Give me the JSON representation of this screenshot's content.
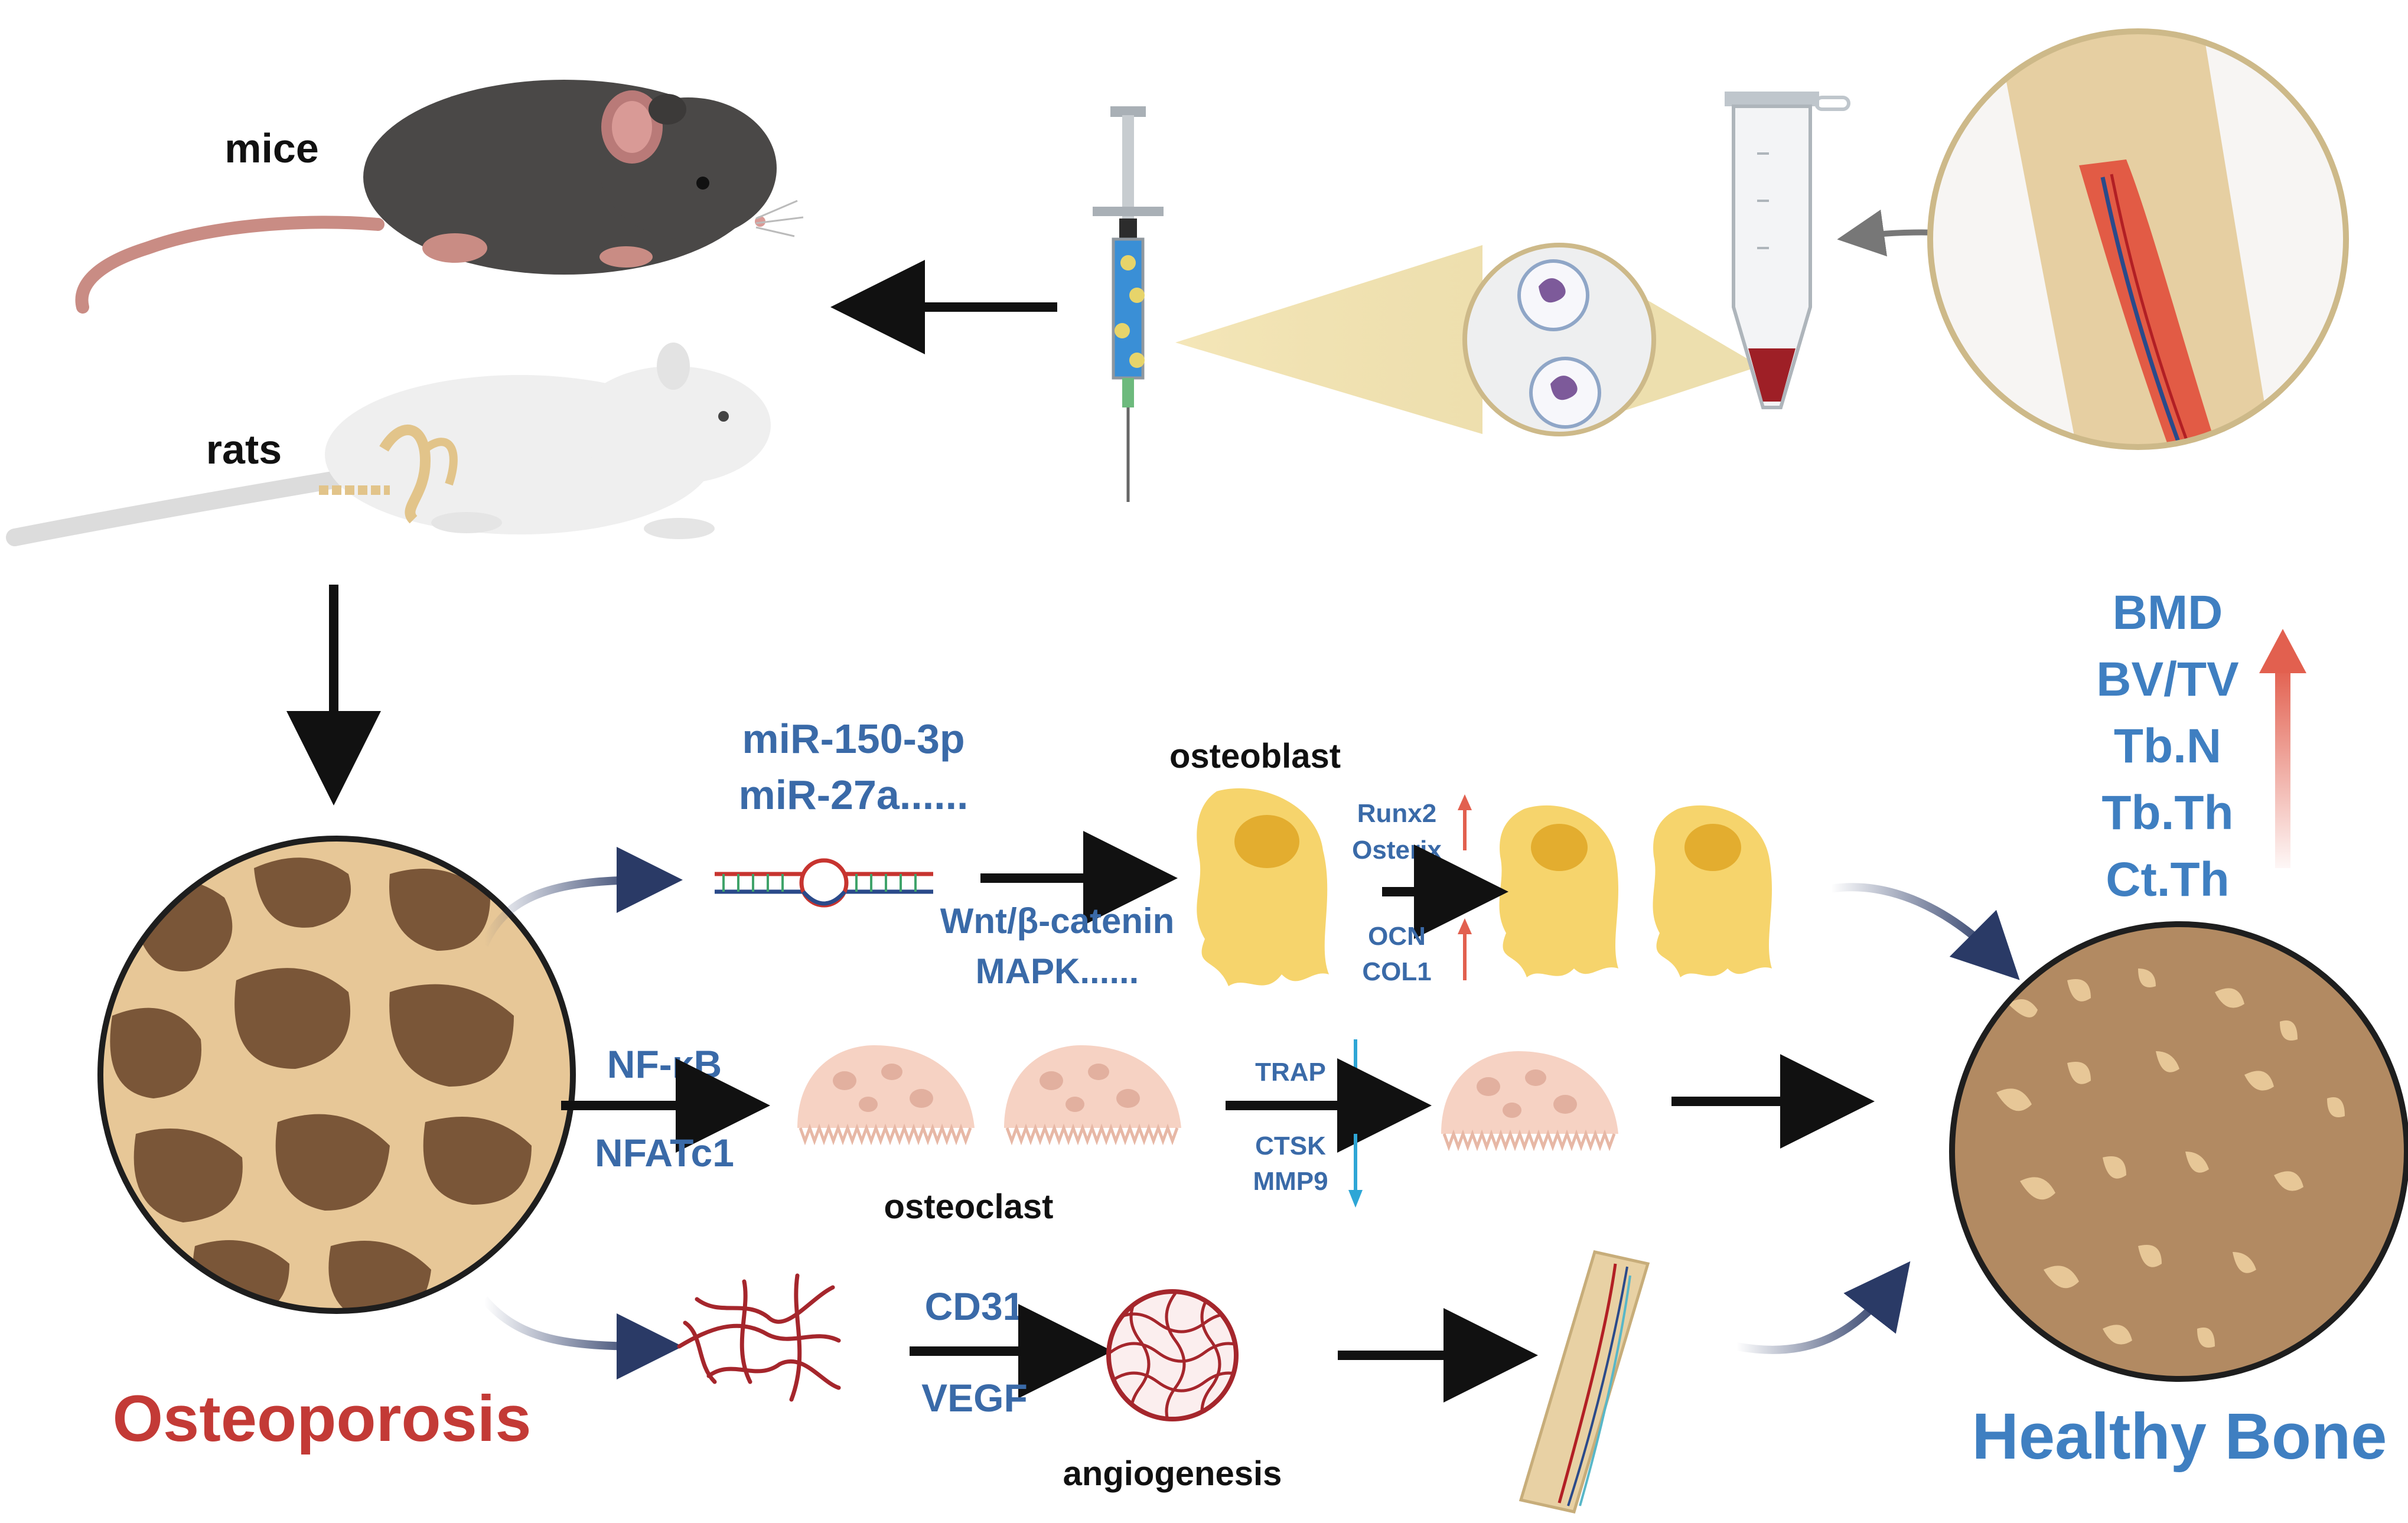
{
  "labels": {
    "mice": "mice",
    "rats": "rats",
    "mirna_line1": "miR-150-3p",
    "mirna_line2": "miR-27a......",
    "pathway_line1": "Wnt/β-catenin",
    "pathway_line2": "MAPK......",
    "osteoblast": "osteoblast",
    "runx2": "Runx2",
    "osterix": "Osterix",
    "ocn": "OCN",
    "col1": "COL1",
    "nfkb": "NF-κB",
    "nfatc1": "NFATc1",
    "osteoclast": "osteoclast",
    "trap": "TRAP",
    "ctsk": "CTSK",
    "mmp9": "MMP9",
    "cd31": "CD31",
    "vegf": "VEGF",
    "angiogenesis": "angiogenesis",
    "osteoporosis": "Osteoporosis",
    "healthy_bone": "Healthy Bone"
  },
  "outcomes": [
    "BMD",
    "BV/TV",
    "Tb.N",
    "Tb.Th",
    "Ct.Th"
  ],
  "colors": {
    "osteoporosis_text": "#c33a36",
    "healthy_text": "#3f7fc1",
    "marker_text": "#3a6aa8",
    "up_arrow": "#e2604f",
    "down_arrow": "#2ea6d6",
    "curved_arrow": "#2a3a66",
    "bone_brown": "#7a5638",
    "bone_tan": "#e7c797",
    "osteoblast_yellow": "#f6d46c",
    "osteoclast_pink": "#f6d2c3",
    "vessel_red": "#a5262c"
  }
}
